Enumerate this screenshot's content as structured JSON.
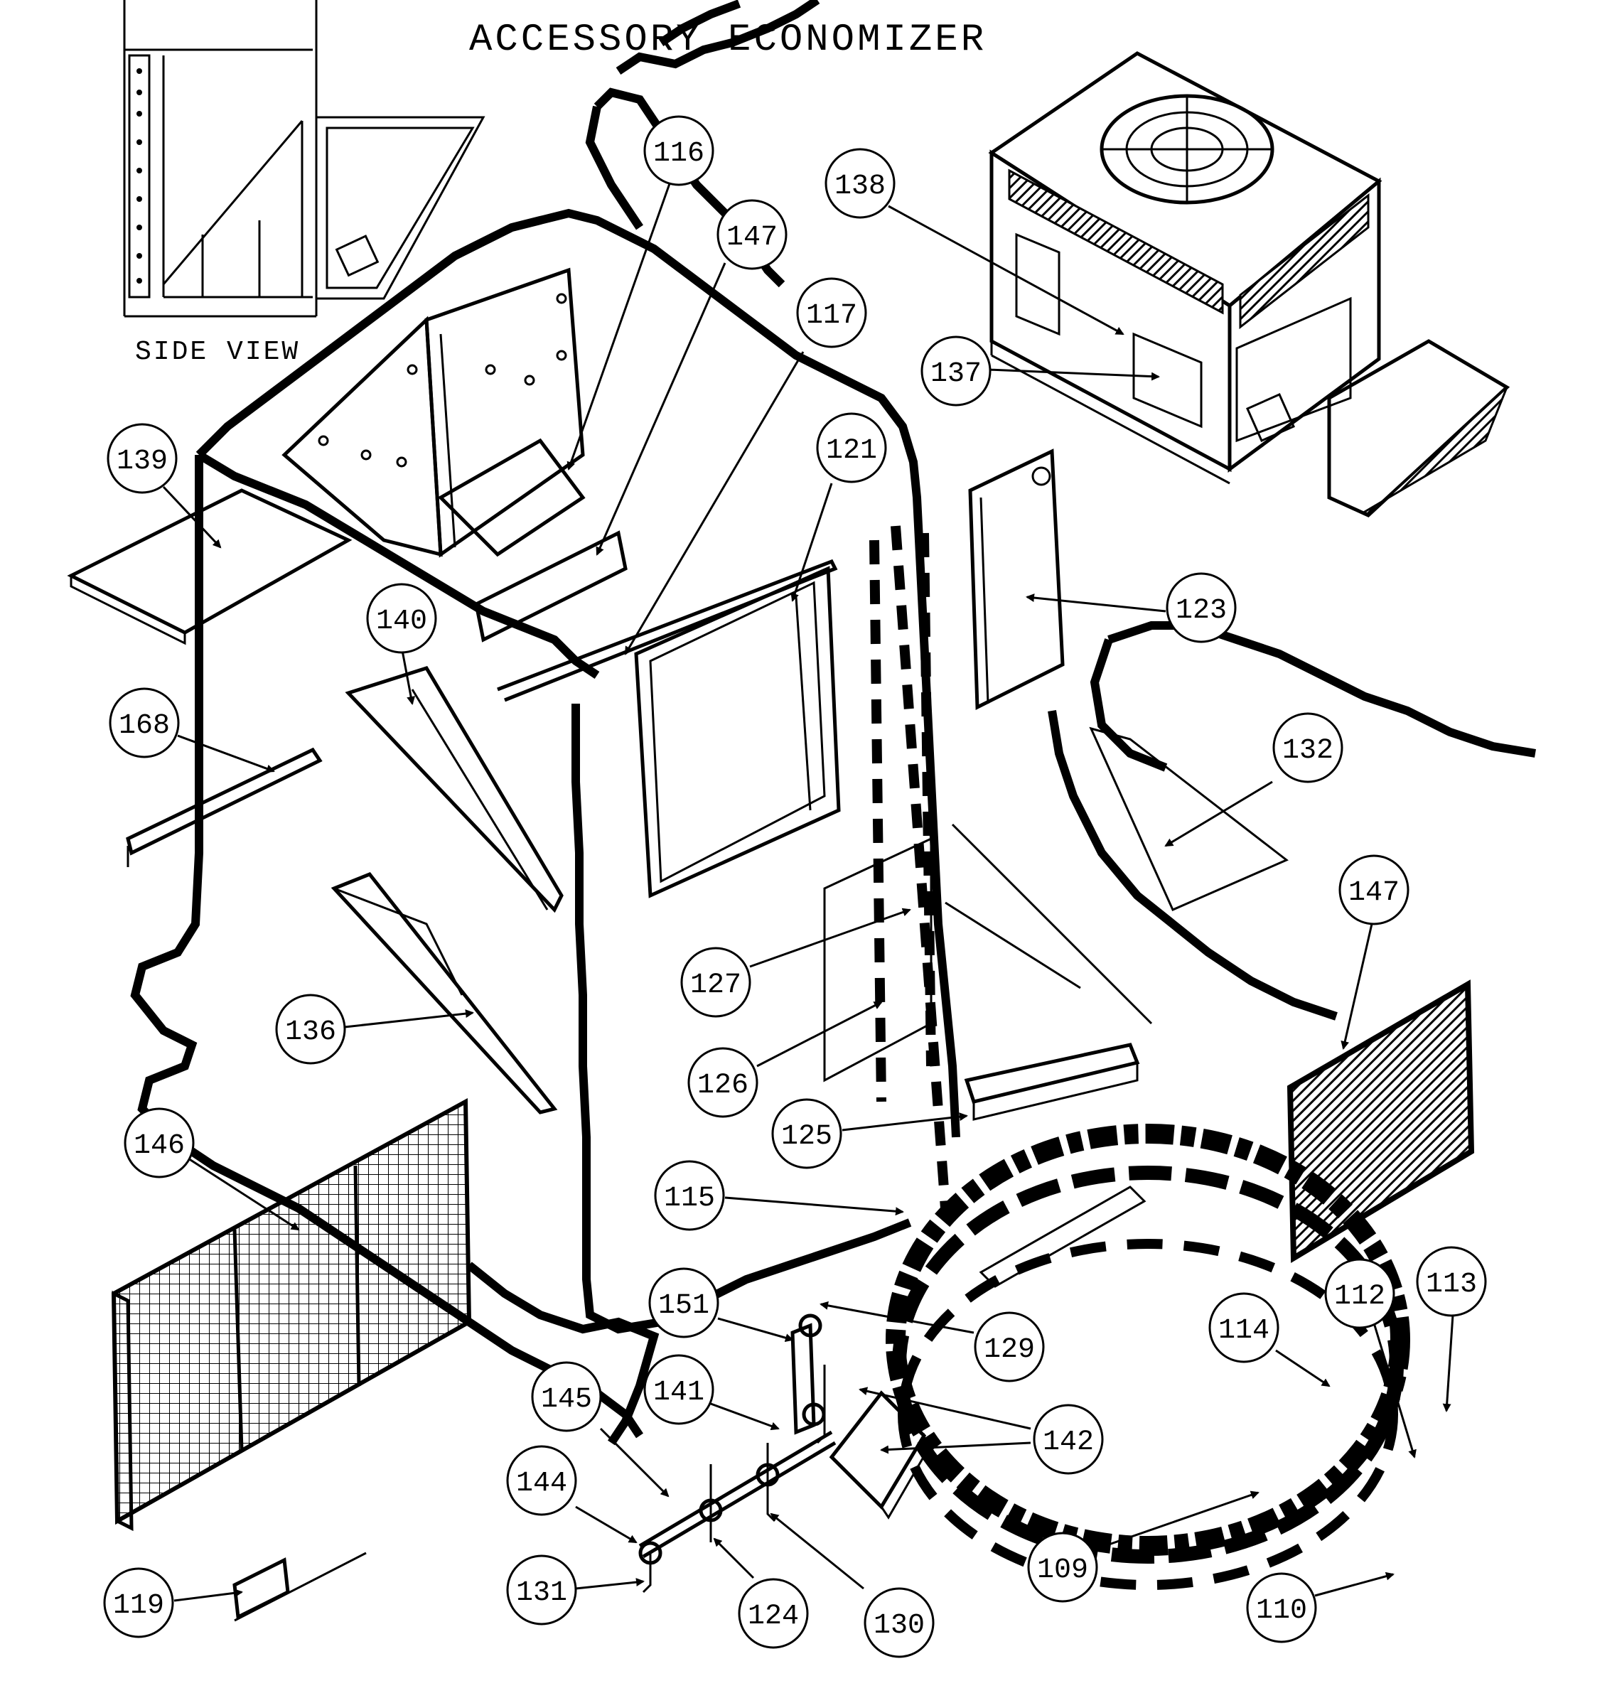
{
  "title": "ACCESSORY ECONOMIZER",
  "inset_label": "SIDE VIEW",
  "callouts": [
    "116",
    "147",
    "117",
    "138",
    "137",
    "121",
    "139",
    "140",
    "123",
    "132",
    "168",
    "147",
    "127",
    "136",
    "126",
    "125",
    "146",
    "115",
    "151",
    "129",
    "114",
    "112",
    "113",
    "145",
    "141",
    "142",
    "144",
    "109",
    "110",
    "119",
    "131",
    "124",
    "130"
  ]
}
